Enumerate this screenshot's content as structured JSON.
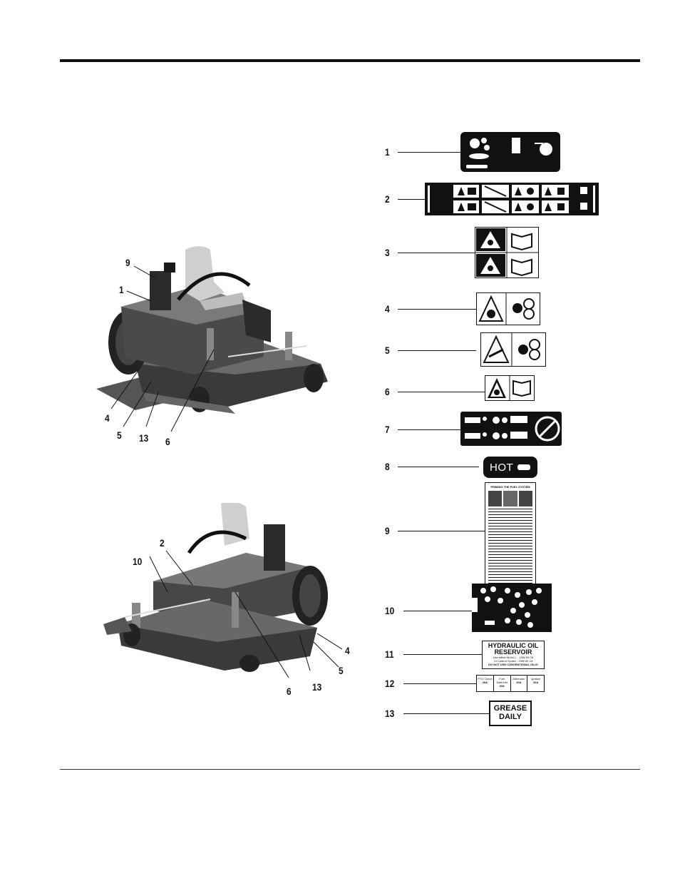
{
  "mower_front_callouts": [
    "9",
    "1",
    "4",
    "5",
    "13",
    "6"
  ],
  "mower_rear_callouts": [
    "2",
    "10",
    "6",
    "13",
    "4",
    "5"
  ],
  "decals": [
    {
      "number": "1",
      "icon": "control-panel-icons"
    },
    {
      "number": "2",
      "icon": "safety-warning-strip"
    },
    {
      "number": "3",
      "icon": "fire-manual-warning"
    },
    {
      "number": "4",
      "icon": "blade-hand-warning"
    },
    {
      "number": "5",
      "icon": "belt-hand-warning"
    },
    {
      "number": "6",
      "icon": "thrown-object-manual"
    },
    {
      "number": "7",
      "icon": "slope-tip-warning"
    },
    {
      "number": "8",
      "text": "HOT"
    },
    {
      "number": "9",
      "title": "PRIMING THE FUEL SYSTEM"
    },
    {
      "number": "10",
      "icon": "fuse-relay-map"
    },
    {
      "number": "11",
      "lines": [
        "HYDRAULIC OIL",
        "RESERVOIR",
        "Use either Mobil 1... 15W-50 Oil",
        "Or Castrol Syntec...15W-50 Oil",
        "DO NOT USE CONVENTIONAL OILS!"
      ]
    },
    {
      "number": "12",
      "cells": [
        {
          "name": "PTO Clutch",
          "amps": "20A"
        },
        {
          "name": "Fuel Solenoid",
          "amps": "20A"
        },
        {
          "name": "Alternator",
          "amps": "20A"
        },
        {
          "name": "Ignition",
          "amps": "20A"
        }
      ]
    },
    {
      "number": "13",
      "lines": [
        "GREASE",
        "DAILY"
      ]
    }
  ]
}
